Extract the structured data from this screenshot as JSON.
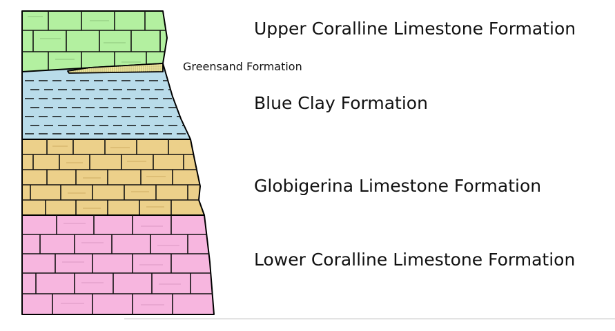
{
  "formations": {
    "upper_coralline": {
      "label": "Upper Coralline Limestone Formation",
      "color": "#b3f0a0"
    },
    "greensand": {
      "label": "Greensand Formation",
      "color": "#f1e89a"
    },
    "blue_clay": {
      "label": "Blue Clay Formation",
      "color": "#b9dcea"
    },
    "globigerina": {
      "label": "Globigerina Limestone Formation",
      "color": "#ecd08a"
    },
    "lower_coralline": {
      "label": "Lower Coralline Limestone Formation",
      "color": "#f7b6df"
    }
  }
}
